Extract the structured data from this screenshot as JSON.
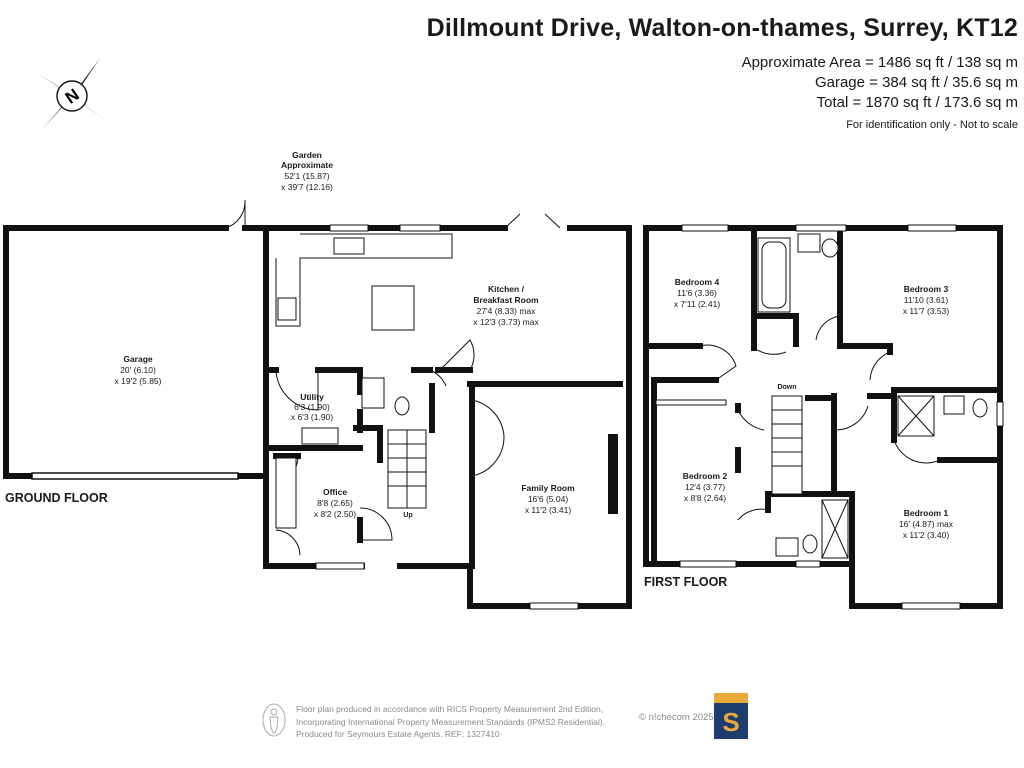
{
  "header": {
    "address": "Dillmount Drive, Walton-on-thames, Surrey, KT12",
    "approx_area": "Approximate Area = 1486 sq ft / 138 sq m",
    "garage_area": "Garage = 384 sq ft / 35.6 sq m",
    "total_area": "Total = 1870 sq ft / 173.6 sq m",
    "disclaimer": "For identification only - Not to scale"
  },
  "compass": {
    "letter": "N"
  },
  "garden": {
    "name1": "Garden",
    "name2": "Approximate",
    "dim1": "52'1 (15.87)",
    "dim2": "x 39'7 (12.16)"
  },
  "ground_floor": {
    "label": "GROUND FLOOR",
    "garage": {
      "name": "Garage",
      "dim1": "20' (6.10)",
      "dim2": "x 19'2 (5.85)"
    },
    "kitchen": {
      "name1": "Kitchen /",
      "name2": "Breakfast Room",
      "dim1": "27'4 (8.33) max",
      "dim2": "x 12'3 (3.73) max"
    },
    "utility": {
      "name": "Utility",
      "dim1": "6'3 (1.90)",
      "dim2": "x 6'3 (1.90)"
    },
    "office": {
      "name": "Office",
      "dim1": "8'8 (2.65)",
      "dim2": "x 8'2 (2.50)"
    },
    "family": {
      "name": "Family Room",
      "dim1": "16'6 (5.04)",
      "dim2": "x 11'2 (3.41)"
    },
    "stairs_label": "Up"
  },
  "first_floor": {
    "label": "FIRST FLOOR",
    "bedroom4": {
      "name": "Bedroom 4",
      "dim1": "11'6 (3.36)",
      "dim2": "x 7'11 (2.41)"
    },
    "bedroom3": {
      "name": "Bedroom 3",
      "dim1": "11'10 (3.61)",
      "dim2": "x 11'7 (3.53)"
    },
    "bedroom2": {
      "name": "Bedroom 2",
      "dim1": "12'4 (3.77)",
      "dim2": "x 8'8 (2.64)"
    },
    "bedroom1": {
      "name": "Bedroom 1",
      "dim1": "16' (4.87) max",
      "dim2": "x 11'2 (3.40)"
    },
    "stairs_label": "Down"
  },
  "footer": {
    "line1": "Floor plan produced in accordance with RICS Property Measurement 2nd Edition,",
    "line2": "Incorporating International Property Measurement Standards (IPMS2 Residential).",
    "line3": "Produced for Seymours Estate Agents.   REF: 1327410",
    "credit": "© n!checom 2025.",
    "logo_letter": "S"
  },
  "colors": {
    "wall": "#111111",
    "logo_blue": "#1c3d6e",
    "logo_gold": "#e9a93a",
    "footer_text": "#8a8a8a"
  }
}
